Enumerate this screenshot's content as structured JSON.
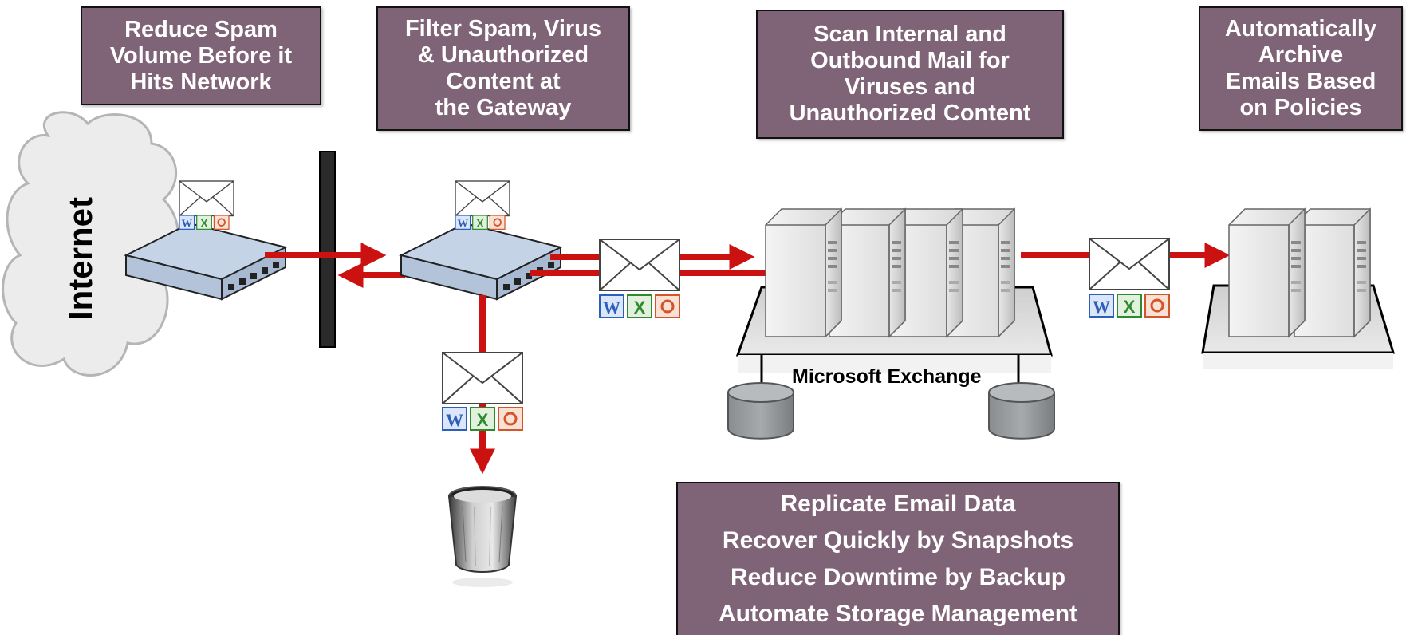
{
  "callouts": {
    "spam_volume": [
      "Reduce Spam",
      "Volume Before it",
      "Hits Network"
    ],
    "gateway_filter": [
      "Filter Spam, Virus",
      "& Unauthorized",
      "Content at",
      "the Gateway"
    ],
    "internal_scan": [
      "Scan Internal and",
      "Outbound Mail for",
      "Viruses and",
      "Unauthorized Content"
    ],
    "archive": [
      "Automatically",
      "Archive",
      "Emails Based",
      "on Policies"
    ],
    "storage": [
      "Replicate Email Data",
      "Recover Quickly by Snapshots",
      "Reduce Downtime by Backup",
      "Automate Storage Management"
    ]
  },
  "labels": {
    "internet": "Internet",
    "exchange": "Microsoft Exchange"
  },
  "colors": {
    "callout_fill": "#7f6377",
    "flow_arrow": "#cc1111",
    "switch_fill": "#c5d3e6",
    "firewall": "#2a2a2a"
  },
  "icons": [
    "cloud-icon",
    "switch-icon",
    "firewall-icon",
    "envelope-icon",
    "word-icon",
    "excel-icon",
    "powerpoint-icon",
    "server-icon",
    "database-icon",
    "trash-can-icon"
  ]
}
